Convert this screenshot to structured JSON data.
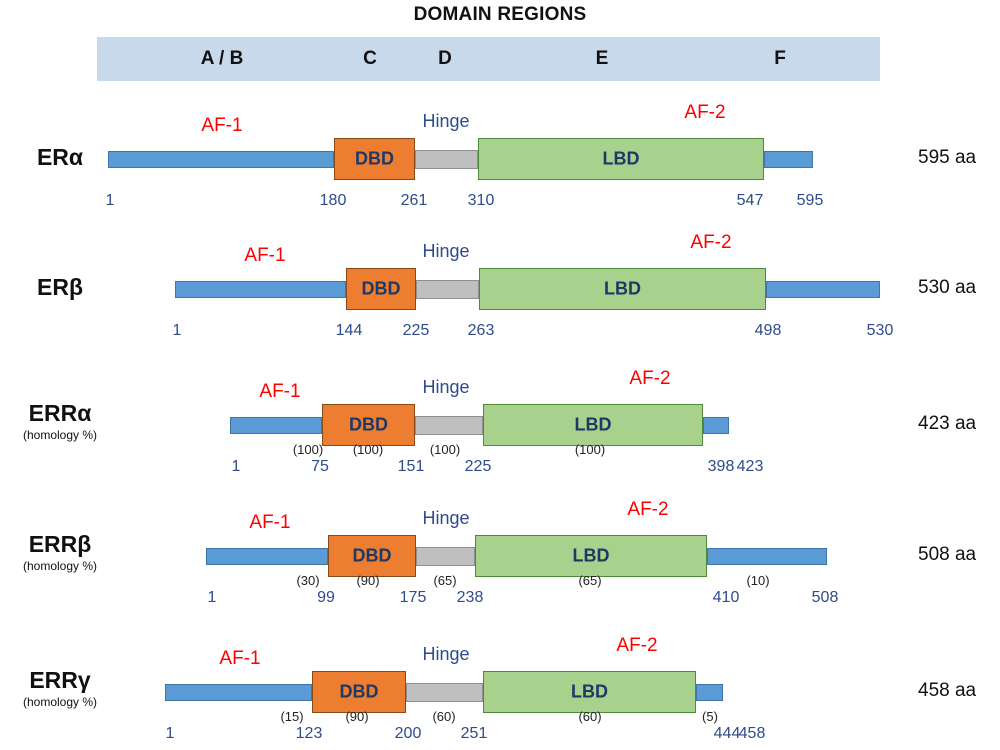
{
  "heading": "DOMAIN REGIONS",
  "domain_bar": {
    "labels": [
      "A / B",
      "C",
      "D",
      "E",
      "F"
    ]
  },
  "colors": {
    "bar_fill": "#c9d9ec",
    "backbone": "#5b9bd5",
    "dbd_fill": "#ed7d31",
    "hinge_fill": "#bfbfbf",
    "lbd_fill": "#a9d18e",
    "label_red": "#ff0000",
    "label_blue": "#2e4b8c",
    "box_text": "#1f3864"
  },
  "receptors": [
    {
      "name": "ERα",
      "subtitle": "",
      "length": 595,
      "length_label": "595 aa",
      "boundaries": [
        1,
        180,
        261,
        310,
        547,
        595
      ],
      "boundary_labels": [
        "1",
        "180",
        "261",
        "310",
        "547",
        "595"
      ],
      "homology": [],
      "af1": "AF-1",
      "hinge": "Hinge",
      "af2": "AF-2",
      "dbd": "DBD",
      "lbd": "LBD"
    },
    {
      "name": "ERβ",
      "subtitle": "",
      "length": 530,
      "length_label": "530 aa",
      "boundaries": [
        1,
        144,
        225,
        263,
        498,
        530
      ],
      "boundary_labels": [
        "1",
        "144",
        "225",
        "263",
        "498",
        "530"
      ],
      "homology": [],
      "af1": "AF-1",
      "hinge": "Hinge",
      "af2": "AF-2",
      "dbd": "DBD",
      "lbd": "LBD"
    },
    {
      "name": "ERRα",
      "subtitle": "(homology %)",
      "length": 423,
      "length_label": "423 aa",
      "boundaries": [
        1,
        75,
        151,
        225,
        398,
        423
      ],
      "boundary_labels": [
        "1",
        "75",
        "151",
        "225",
        "398",
        "423"
      ],
      "homology": [
        "(100)",
        "(100)",
        "(100)",
        "(100)",
        ""
      ],
      "af1": "AF-1",
      "hinge": "Hinge",
      "af2": "AF-2",
      "dbd": "DBD",
      "lbd": "LBD"
    },
    {
      "name": "ERRβ",
      "subtitle": "(homology %)",
      "length": 508,
      "length_label": "508 aa",
      "boundaries": [
        1,
        99,
        175,
        238,
        410,
        508
      ],
      "boundary_labels": [
        "1",
        "99",
        "175",
        "238",
        "410",
        "508"
      ],
      "homology": [
        "(30)",
        "(90)",
        "(65)",
        "(65)",
        "(10)"
      ],
      "af1": "AF-1",
      "hinge": "Hinge",
      "af2": "AF-2",
      "dbd": "DBD",
      "lbd": "LBD"
    },
    {
      "name": "ERRγ",
      "subtitle": "(homology %)",
      "length": 458,
      "length_label": "458 aa",
      "boundaries": [
        1,
        123,
        200,
        251,
        444,
        458
      ],
      "boundary_labels": [
        "1",
        "123",
        "200",
        "251",
        "444",
        "458"
      ],
      "homology": [
        "(15)",
        "(90)",
        "(60)",
        "(60)",
        "(5)"
      ],
      "af1": "AF-1",
      "hinge": "Hinge",
      "af2": "AF-2",
      "dbd": "DBD",
      "lbd": "LBD"
    }
  ]
}
